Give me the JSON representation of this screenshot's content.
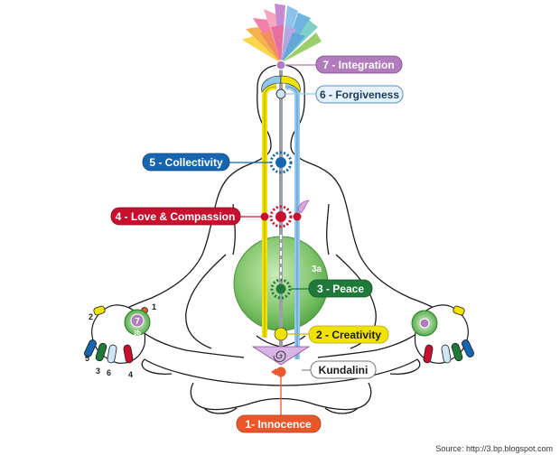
{
  "labels": {
    "integration": "7 - Integration",
    "forgiveness": "6 - Forgiveness",
    "collectivity": "5 - Collectivity",
    "love": "4 - Love & Compassion",
    "peace": "3 - Peace",
    "creativity": "2 - Creativity",
    "kundalini": "Kundalini",
    "innocence": "1- Innocence"
  },
  "void_label": "3a",
  "left_hand": {
    "palm_number": "7",
    "palm_sub": "3b",
    "finger_numbers": [
      "1",
      "2",
      "3",
      "4",
      "5",
      "6"
    ]
  },
  "source": "Source: http://3.bp.blogspot.com",
  "colors": {
    "integration": "#b27bbd",
    "forgiveness": "#cfe6f7",
    "collectivity": "#1565b0",
    "love": "#c8102e",
    "peace": "#1f7a3a",
    "creativity": "#f2e200",
    "kundalini": "#ffffff",
    "innocence": "#e8582a",
    "left_channel": "#f2e200",
    "right_channel": "#8fc8f0",
    "central_channel": "#9aa0a6",
    "void": "#7fc46a"
  },
  "icons": [
    "lotus-icon",
    "sun-chakra-icon",
    "flame-icon",
    "spiral-icon"
  ]
}
